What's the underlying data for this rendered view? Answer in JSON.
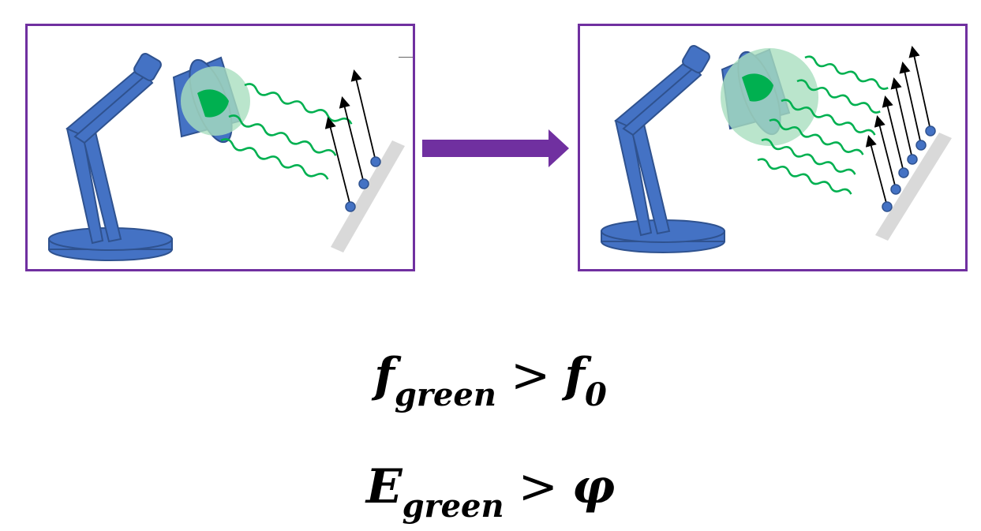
{
  "colors": {
    "frame": "#7030a0",
    "arrow": "#7030a0",
    "lamp": "#4472c4",
    "lamp_outline": "#2f528f",
    "bulb": "#00b050",
    "glow": "#a9dfbf",
    "wave": "#00b050",
    "plate": "#d9d9d9",
    "electron": "#4472c4",
    "trajectory": "#000000"
  },
  "panels": {
    "left": {
      "label": "fewer-photons",
      "wave_count": 3,
      "electron_count": 3
    },
    "right": {
      "label": "more-photons",
      "wave_count": 6,
      "electron_count": 6
    }
  },
  "icons": {
    "lamp": "desk-lamp-icon",
    "arrow": "right-arrow-icon"
  },
  "equations": {
    "frequency": {
      "lhs": "f",
      "lhs_sub": "green",
      "relation": ">",
      "rhs": "f",
      "rhs_sub": "0"
    },
    "energy": {
      "lhs": "E",
      "lhs_sub": "green",
      "relation": ">",
      "rhs": "φ"
    }
  }
}
